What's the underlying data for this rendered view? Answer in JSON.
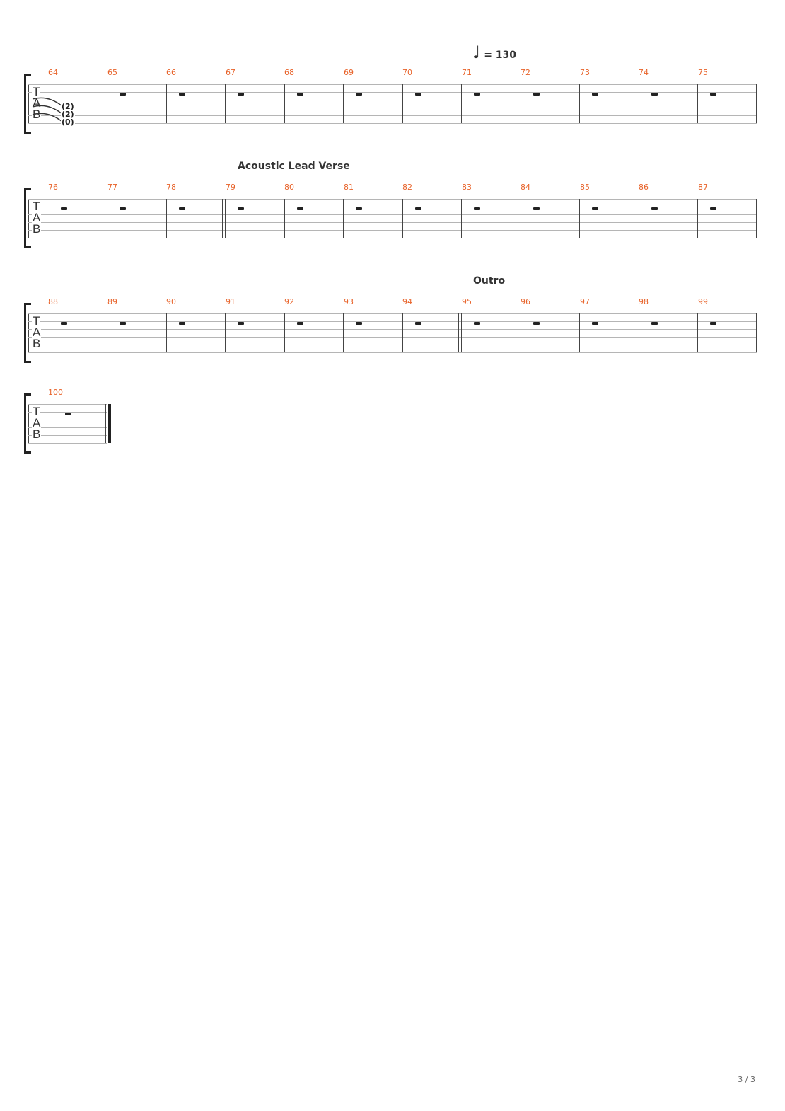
{
  "tempo": {
    "symbol": "♩",
    "text": "= 130"
  },
  "tab_letters": [
    "T",
    "A",
    "B"
  ],
  "systems": [
    {
      "measures": [
        {
          "number": "64",
          "rest": false
        },
        {
          "number": "65",
          "rest": true
        },
        {
          "number": "66",
          "rest": true
        },
        {
          "number": "67",
          "rest": true
        },
        {
          "number": "68",
          "rest": true
        },
        {
          "number": "69",
          "rest": true
        },
        {
          "number": "70",
          "rest": true
        },
        {
          "number": "71",
          "rest": true
        },
        {
          "number": "72",
          "rest": true
        },
        {
          "number": "73",
          "rest": true
        },
        {
          "number": "74",
          "rest": true
        },
        {
          "number": "75",
          "rest": true
        }
      ],
      "frets": [
        "(2)",
        "(2)",
        "(0)"
      ]
    },
    {
      "section": "Acoustic Lead Verse",
      "measures": [
        {
          "number": "76",
          "rest": true
        },
        {
          "number": "77",
          "rest": true
        },
        {
          "number": "78",
          "rest": true
        },
        {
          "number": "79",
          "rest": true
        },
        {
          "number": "80",
          "rest": true
        },
        {
          "number": "81",
          "rest": true
        },
        {
          "number": "82",
          "rest": true
        },
        {
          "number": "83",
          "rest": true
        },
        {
          "number": "84",
          "rest": true
        },
        {
          "number": "85",
          "rest": true
        },
        {
          "number": "86",
          "rest": true
        },
        {
          "number": "87",
          "rest": true
        }
      ]
    },
    {
      "section": "Outro",
      "measures": [
        {
          "number": "88",
          "rest": true
        },
        {
          "number": "89",
          "rest": true
        },
        {
          "number": "90",
          "rest": true
        },
        {
          "number": "91",
          "rest": true
        },
        {
          "number": "92",
          "rest": true
        },
        {
          "number": "93",
          "rest": true
        },
        {
          "number": "94",
          "rest": true
        },
        {
          "number": "95",
          "rest": true
        },
        {
          "number": "96",
          "rest": true
        },
        {
          "number": "97",
          "rest": true
        },
        {
          "number": "98",
          "rest": true
        },
        {
          "number": "99",
          "rest": true
        }
      ]
    },
    {
      "measures": [
        {
          "number": "100",
          "rest": true
        }
      ]
    }
  ],
  "page_number": "3 / 3",
  "colors": {
    "measure_number": "#e8632a",
    "ink": "#222222",
    "staff_line": "#b5b5b5"
  }
}
